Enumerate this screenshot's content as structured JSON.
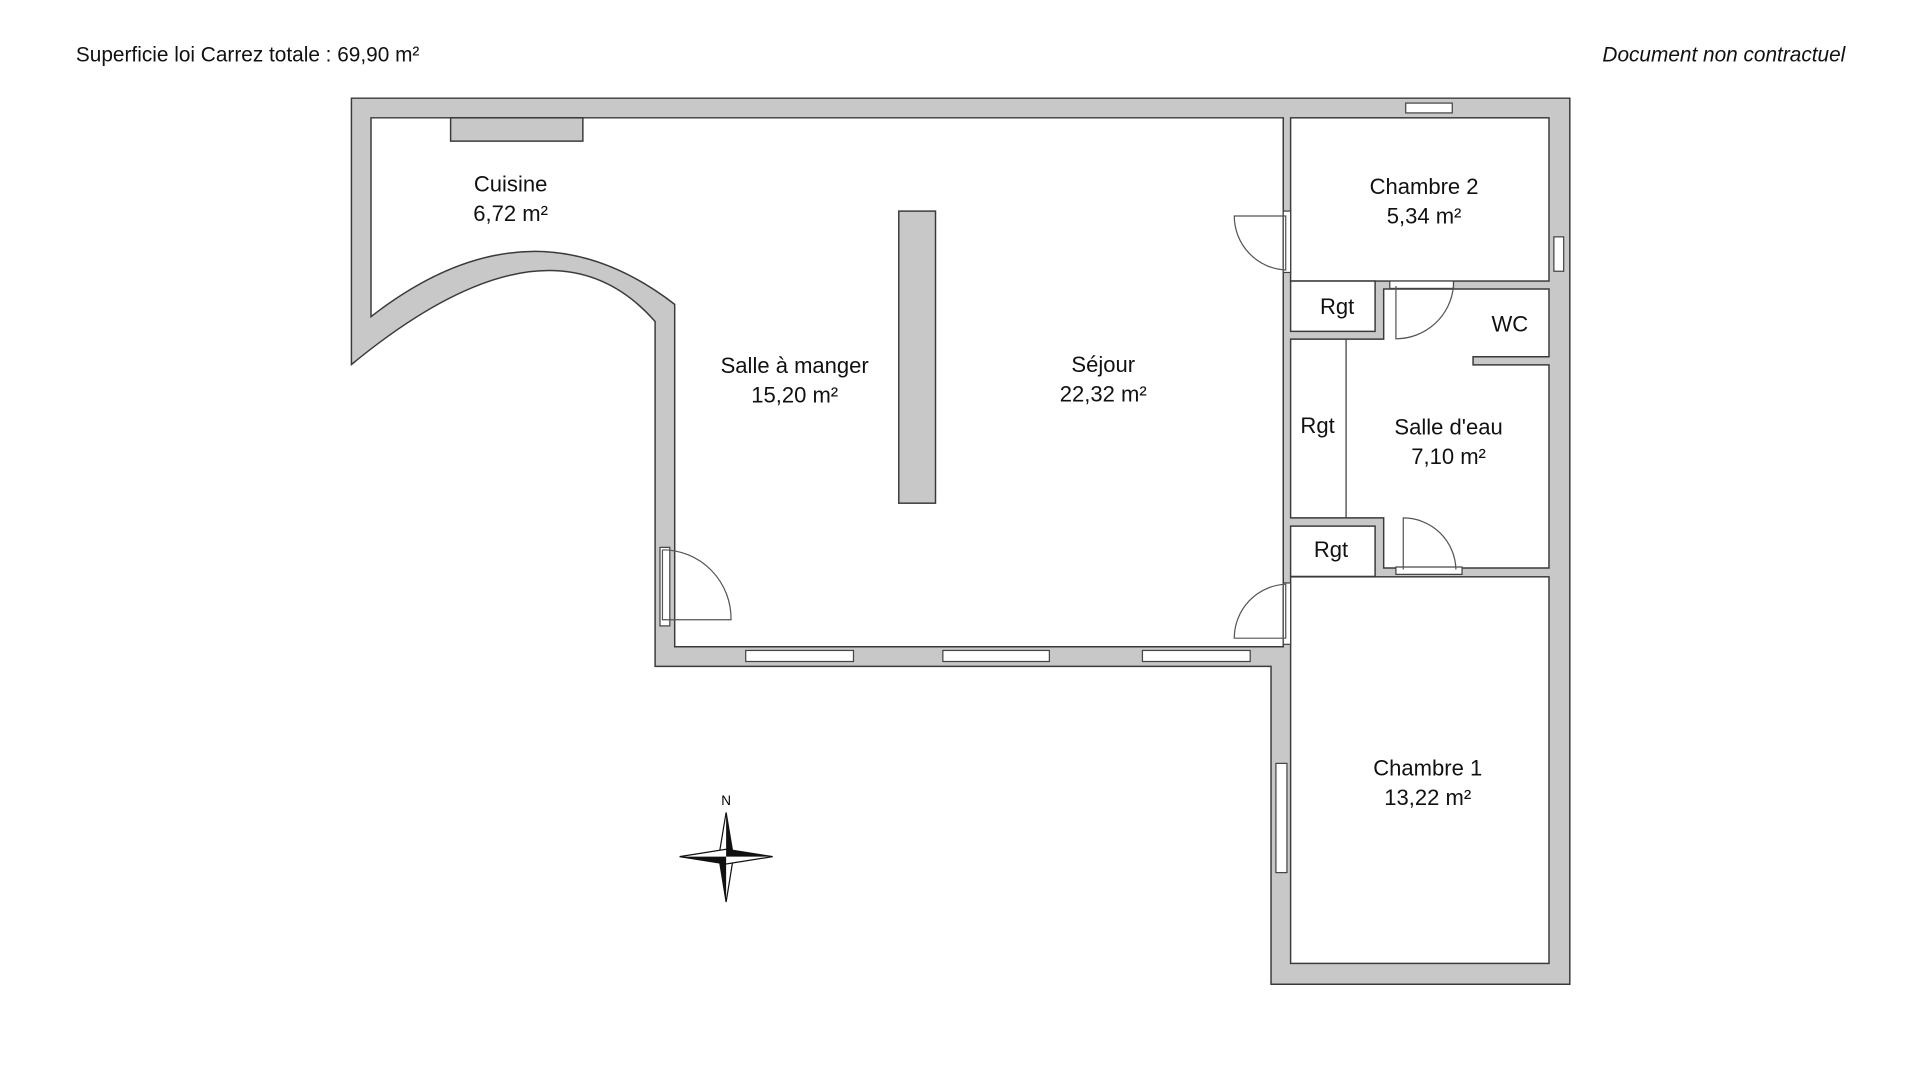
{
  "header": {
    "total_area_label": "Superficie loi Carrez totale :  69,90 m²",
    "disclaimer": "Document non contractuel"
  },
  "rooms": [
    {
      "name": "Cuisine",
      "area": "6,72 m²"
    },
    {
      "name": "Salle à manger",
      "area": "15,20 m²"
    },
    {
      "name": "Séjour",
      "area": "22,32 m²"
    },
    {
      "name": "Chambre 2",
      "area": "5,34 m²"
    },
    {
      "name": "WC"
    },
    {
      "name": "Rgt"
    },
    {
      "name": "Rgt"
    },
    {
      "name": "Rgt"
    },
    {
      "name": "Salle d'eau",
      "area": "7,10 m²"
    },
    {
      "name": "Chambre 1",
      "area": "13,22 m²"
    }
  ],
  "compass": {
    "north_label": "N"
  },
  "colors": {
    "wall": "#c8c8c8",
    "line": "#3a3a3a"
  }
}
